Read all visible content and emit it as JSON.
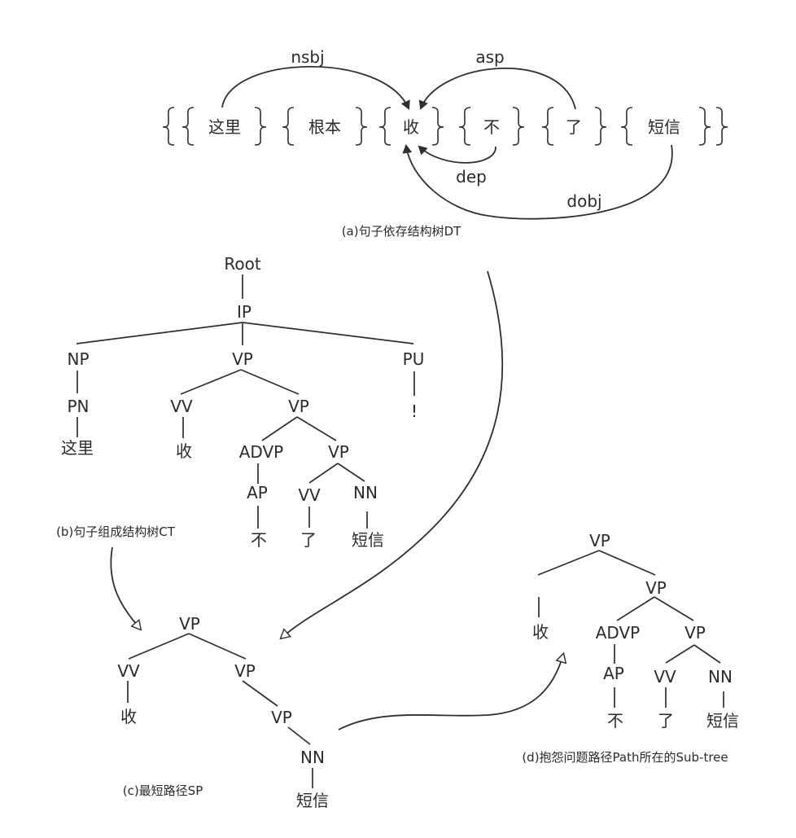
{
  "dependency_tree": {
    "tokens": [
      "这里",
      "根本",
      "收",
      "不",
      "了",
      "短信"
    ],
    "arcs": [
      "nsbj",
      "asp",
      "dep",
      "dobj"
    ],
    "caption": "(a)句子依存结构树DT"
  },
  "constituency_tree": {
    "nodes": {
      "root": "Root",
      "ip": "IP",
      "np": "NP",
      "vp1": "VP",
      "pu": "PU",
      "pn": "PN",
      "w_zheli": "这里",
      "vv1": "VV",
      "vp2": "VP",
      "excl": "!",
      "w_shou": "收",
      "advp": "ADVP",
      "vp3": "VP",
      "ap": "AP",
      "vv2": "VV",
      "nn": "NN",
      "w_bu": "不",
      "w_le": "了",
      "w_duanxin": "短信"
    },
    "caption": "(b)句子组成结构树CT"
  },
  "shortest_path": {
    "nodes": {
      "vp_top": "VP",
      "vv": "VV",
      "vp_mid": "VP",
      "w_shou": "收",
      "vp_low": "VP",
      "nn": "NN",
      "w_duanxin": "短信"
    },
    "caption": "(c)最短路径SP"
  },
  "subtree": {
    "nodes": {
      "vp_top": "VP",
      "vp2": "VP",
      "w_shou": "收",
      "advp": "ADVP",
      "vp3": "VP",
      "ap": "AP",
      "vv": "VV",
      "nn": "NN",
      "w_bu": "不",
      "w_le": "了",
      "w_duanxin": "短信"
    },
    "caption": "(d)抱怨问题路径Path所在的Sub-tree"
  }
}
